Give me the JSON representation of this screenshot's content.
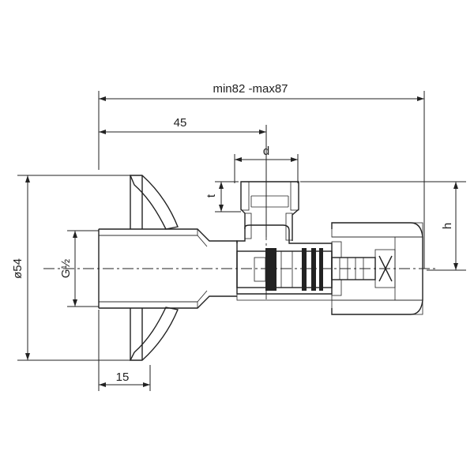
{
  "drawing": {
    "overall_length": "min82 -max87",
    "length_to_outlet_axis": "45",
    "outlet_diameter": "d",
    "outlet_thread_depth": "t",
    "outlet_height": "h",
    "inlet_thread": "G½",
    "rosette_diameter": "ø54",
    "thread_length": "15"
  }
}
